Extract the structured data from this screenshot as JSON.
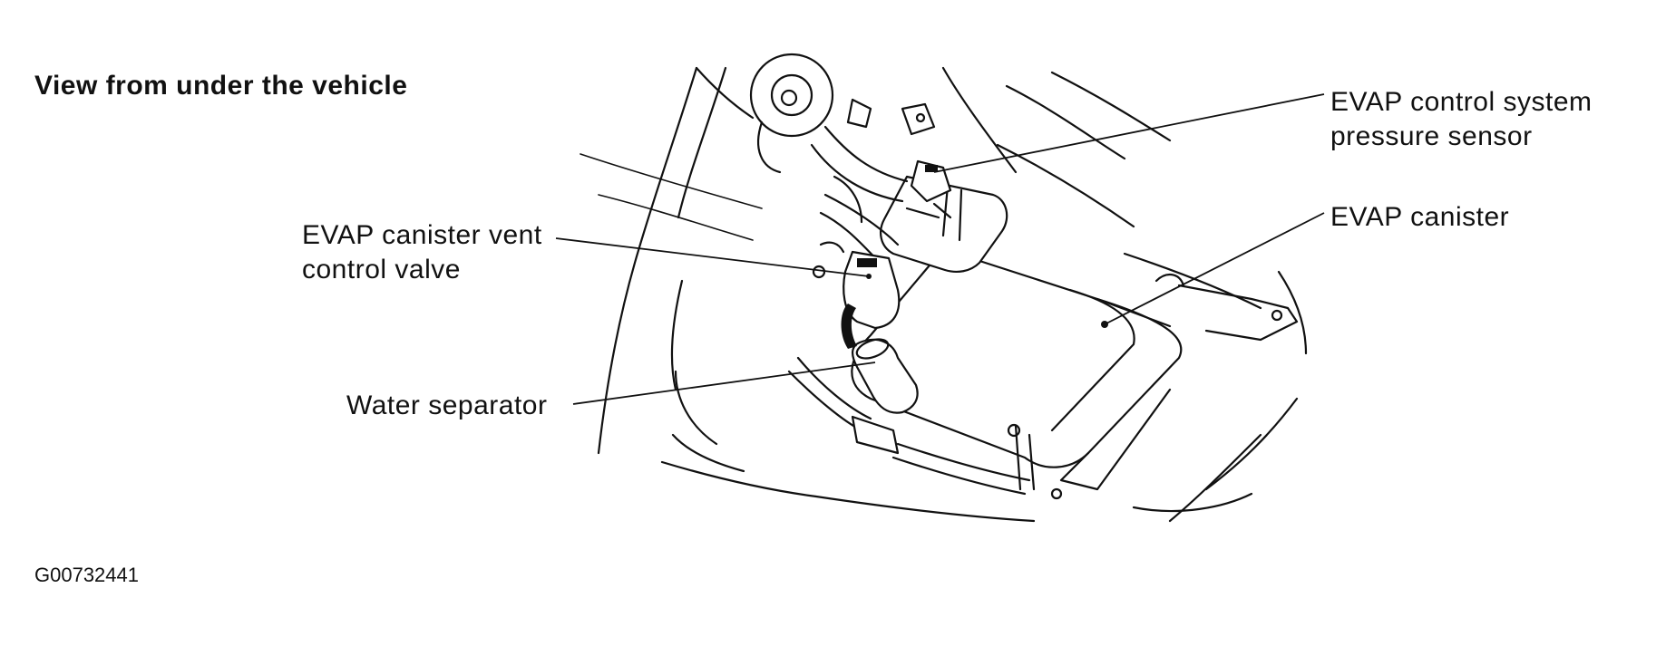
{
  "diagram": {
    "view_title": "View from under the vehicle",
    "labels": {
      "pressure_sensor": [
        "EVAP control system",
        "pressure sensor"
      ],
      "canister": "EVAP canister",
      "vent_valve": [
        "EVAP canister vent",
        "control valve"
      ],
      "water_separator": "Water separator"
    },
    "figure_id": "G00732441"
  }
}
